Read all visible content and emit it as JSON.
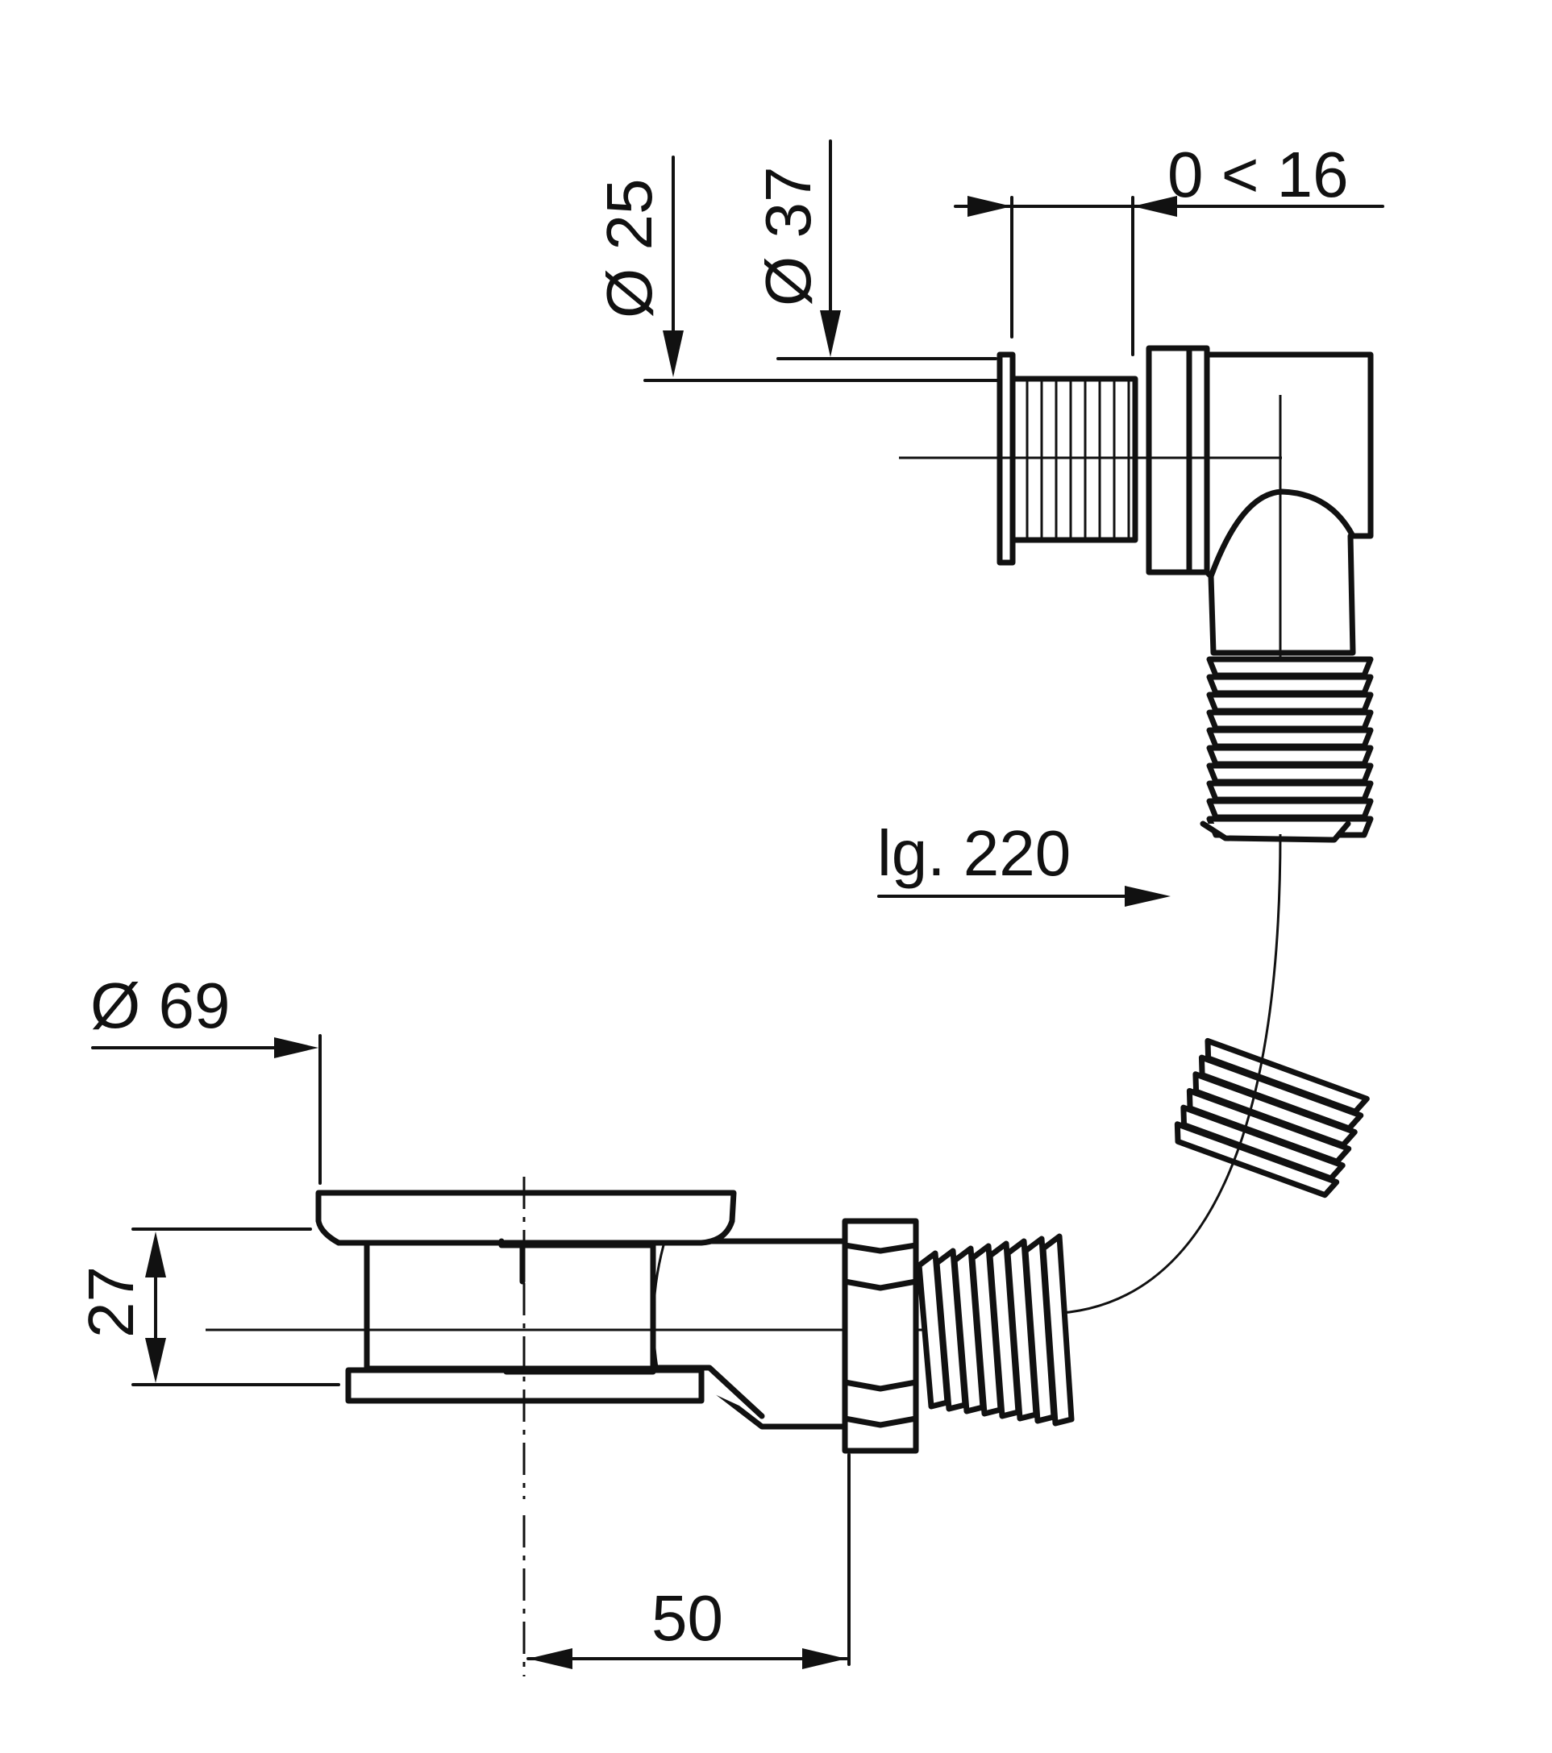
{
  "dimensions": {
    "d25": "Ø 25",
    "d37": "Ø 37",
    "range": "0  < 16",
    "length": "lg. 220",
    "d69": "Ø 69",
    "h27": "27",
    "w50": "50"
  },
  "colors": {
    "line": "#111111",
    "background": "#ffffff"
  }
}
